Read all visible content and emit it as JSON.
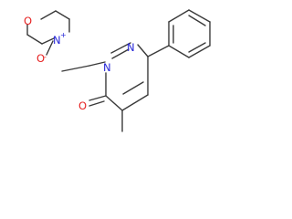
{
  "molecule": {
    "atom_labels": {
      "morpholine_oxygen": "O",
      "morpholine_nitrogen": "N",
      "n_oxide_charge": "+",
      "n_oxide_oxygen": "O",
      "n_oxide_oxygen_charge": "-",
      "ring_nitrogen_1": "N",
      "ring_nitrogen_2": "N",
      "carbonyl_oxygen": "O"
    },
    "colors": {
      "bond": "#3a3a3a",
      "nitrogen": "#2424d8",
      "oxygen": "#e62020",
      "background": "#ffffff"
    }
  }
}
